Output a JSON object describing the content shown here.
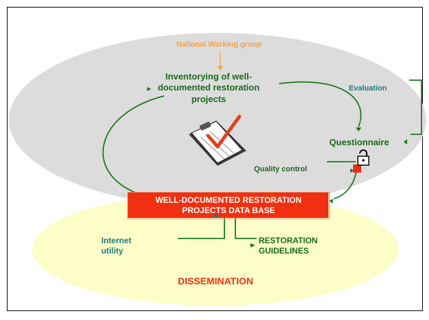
{
  "labels": {
    "national_working_group": "National Working group",
    "inventorying": "Inventorying of well-\ndocumented restoration\nprojects",
    "evaluation": "Evaluation",
    "questionnaire": "Questionnaire",
    "quality_control": "Quality control",
    "database": "WELL-DOCUMENTED RESTORATION\nPROJECTS DATA BASE",
    "internet_utility": "Internet\nutility",
    "restoration_guidelines": "RESTORATION\nGUIDELINES",
    "dissemination": "DISSEMINATION"
  },
  "colors": {
    "grey_ellipse": "#dcdcdc",
    "yellow_ellipse": "#fdfdc8",
    "green": "#1a7a1a",
    "orange": "#f4a040",
    "teal": "#1f7a7a",
    "red": "#f03010",
    "dark_text": "#1a5a1a",
    "check_red": "#e04020",
    "border": "#000000"
  },
  "icons": {
    "clipboard": "clipboard-checkmark-icon",
    "lock": "padlock-icon"
  }
}
